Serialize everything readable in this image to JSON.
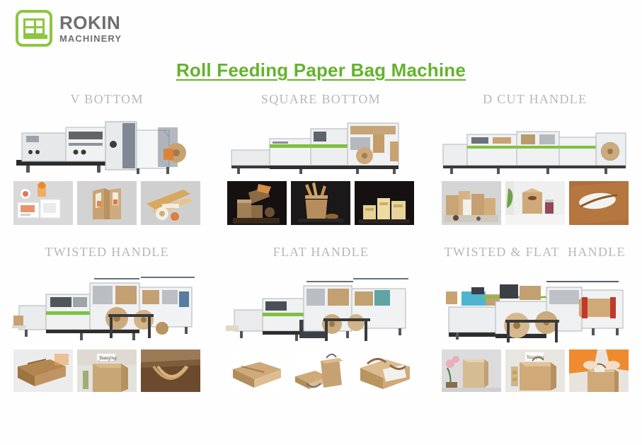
{
  "brand": {
    "logo_icon": "rokin-grid-logo-icon",
    "name": "ROKIN",
    "subtitle": "MACHINERY",
    "logo_color": "#8CC63F",
    "name_color": "#6f6f6f"
  },
  "title": {
    "text": "Roll Feeding Paper Bag Machine",
    "color": "#64B32C"
  },
  "label_color": "#b7b7b7",
  "sections": [
    {
      "label": "V BOTTOM",
      "machine_alt": "v-bottom-paper-bag-machine",
      "thumbs": [
        {
          "alt": "kraft-packaging-set-on-gray",
          "bg": "#d9d9d9"
        },
        {
          "alt": "two-kraft-sandwich-bags",
          "bg": "#d2d2d2"
        },
        {
          "alt": "baguette-bags-with-label",
          "bg": "#cfcfcf"
        }
      ]
    },
    {
      "label": "SQUARE BOTTOM",
      "machine_alt": "square-bottom-paper-bag-machine",
      "thumbs": [
        {
          "alt": "bread-bags-dark-still-life",
          "bg": "#141110"
        },
        {
          "alt": "tall-kraft-bag-with-baguettes",
          "bg": "#1a1818"
        },
        {
          "alt": "three-printed-square-bottom-bags",
          "bg": "#141110"
        }
      ]
    },
    {
      "label": "D CUT HANDLE",
      "machine_alt": "d-cut-handle-paper-bag-machine",
      "thumbs": [
        {
          "alt": "group-of-kraft-bags-with-food",
          "bg": "#d5d5d5"
        },
        {
          "alt": "takeaway-kraft-bag-with-drink",
          "bg": "#efefef"
        },
        {
          "alt": "d-cut-handle-closeup",
          "bg": "#b0703c"
        }
      ]
    },
    {
      "label": "TWISTED HANDLE",
      "machine_alt": "twisted-handle-paper-bag-machine",
      "thumbs": [
        {
          "alt": "flat-folded-kraft-bag",
          "bg": "#ececec"
        },
        {
          "alt": "printed-shopping-bag-yuanjing",
          "bg": "#e4e2dd"
        },
        {
          "alt": "twisted-rope-handle-closeup",
          "bg": "#6b4a2e"
        }
      ]
    },
    {
      "label": "FLAT HANDLE",
      "machine_alt": "flat-handle-paper-bag-machine",
      "thumbs": [
        {
          "alt": "stacked-flat-kraft-bags",
          "bg": "#ffffff"
        },
        {
          "alt": "flat-handle-bag-pair",
          "bg": "#ffffff"
        },
        {
          "alt": "flat-handle-bag-open-top",
          "bg": "#ffffff"
        }
      ]
    },
    {
      "label": "TWISTED & FLAT  HANDLE",
      "machine_alt": "twisted-and-flat-handle-paper-bag-machine",
      "thumbs": [
        {
          "alt": "kraft-bag-with-flowers",
          "bg": "#dcdcdc"
        },
        {
          "alt": "printed-kraft-bag-in-hand",
          "bg": "#e9e6e1"
        },
        {
          "alt": "person-carrying-grocery-bag",
          "bg": "#e8a55a"
        }
      ]
    }
  ]
}
